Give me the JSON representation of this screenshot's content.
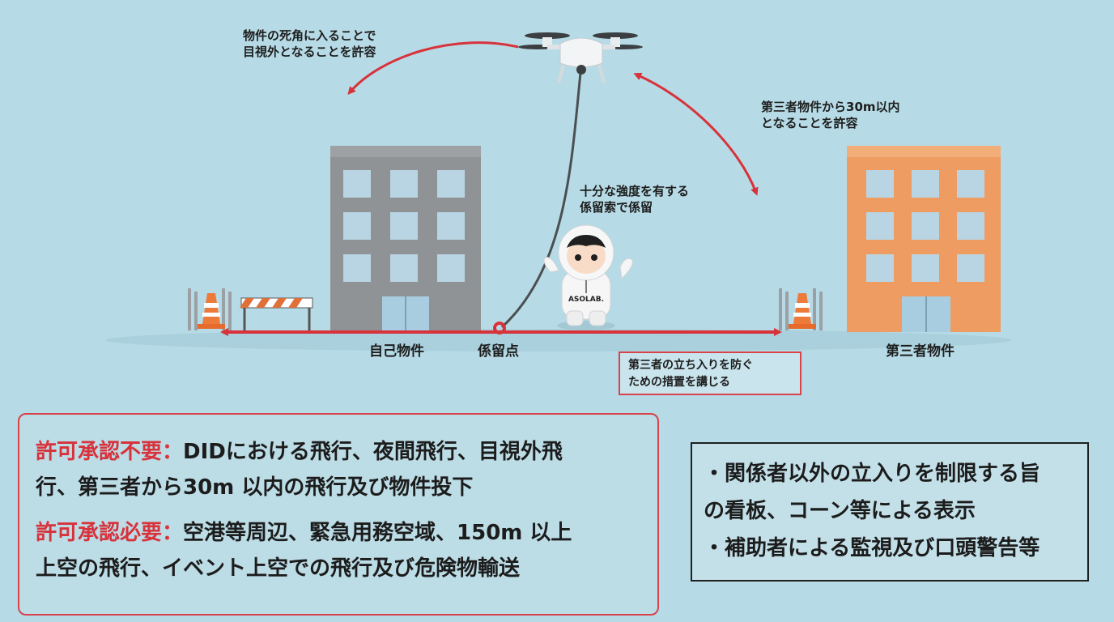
{
  "labels": {
    "blind_spot": [
      "物件の死角に入ることで",
      "目視外となることを許容"
    ],
    "third_party_distance": [
      "第三者物件から30m以内",
      "となることを許容"
    ],
    "tether": [
      "十分な強度を有する",
      "係留索で係留"
    ],
    "own_property": "自己物件",
    "anchor_point": "係留点",
    "third_party_property": "第三者物件",
    "mascot_text": "ASOLAB."
  },
  "prevent_box": [
    "第三者の立ち入りを防ぐ",
    "ための措置を講じる"
  ],
  "permit_box": {
    "not_required": {
      "key": "許可承認不要：",
      "lines": [
        "DIDにおける飛行、夜間飛行、目視外飛",
        "行、第三者から30m 以内の飛行及び物件投下"
      ]
    },
    "required": {
      "key": "許可承認必要：",
      "lines": [
        "空港等周辺、緊急用務空域、150m 以上",
        "上空の飛行、イベント上空での飛行及び危険物輸送"
      ]
    }
  },
  "measures_box": [
    [
      "・関係者以外の立入りを制限する旨",
      "の看板、コーン等による表示"
    ],
    [
      "・補助者による監視及び口頭警告等"
    ]
  ],
  "colors": {
    "background": "#b7dbe6",
    "accent_red": "#d8323b",
    "own_building": "#8f9396",
    "third_party_building": "#ee9c62"
  }
}
